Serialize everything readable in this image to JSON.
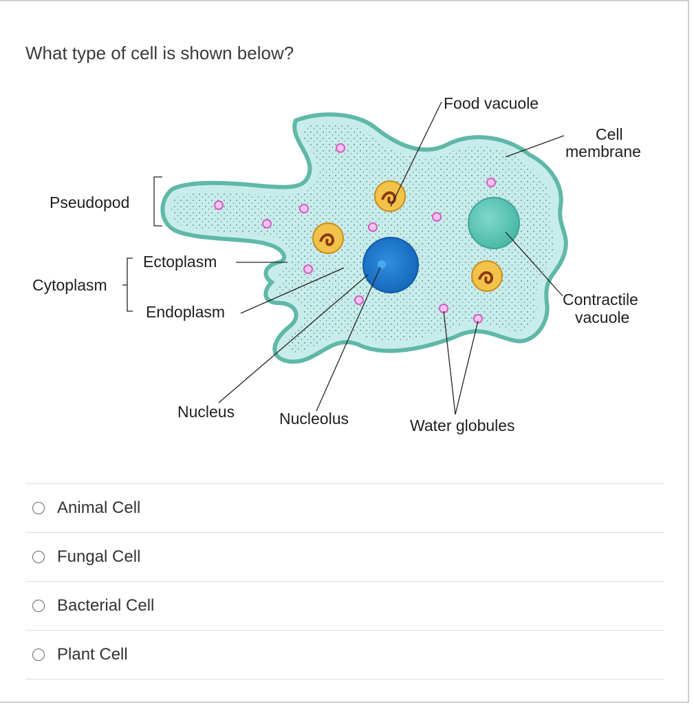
{
  "question": {
    "text": "What type of cell is shown below?"
  },
  "diagram": {
    "labels": {
      "pseudopod": "Pseudopod",
      "cytoplasm": "Cytoplasm",
      "ectoplasm": "Ectoplasm",
      "endoplasm": "Endoplasm",
      "food_vacuole": "Food vacuole",
      "cell_membrane_line1": "Cell",
      "cell_membrane_line2": "membrane",
      "contractile_line1": "Contractile",
      "contractile_line2": "vacuole",
      "nucleus": "Nucleus",
      "nucleolus": "Nucleolus",
      "water_globules": "Water globules"
    },
    "colors": {
      "membrane": "#5fb8a8",
      "cytoplasm": "#c8ecea",
      "nucleus": "#1e78c8",
      "food_vacuole": "#f2c24a",
      "contractile_vacuole": "#5cc6b8",
      "water_globule": "#e07fd0"
    }
  },
  "options": [
    {
      "label": "Animal Cell"
    },
    {
      "label": "Fungal Cell"
    },
    {
      "label": "Bacterial Cell"
    },
    {
      "label": "Plant Cell"
    }
  ]
}
